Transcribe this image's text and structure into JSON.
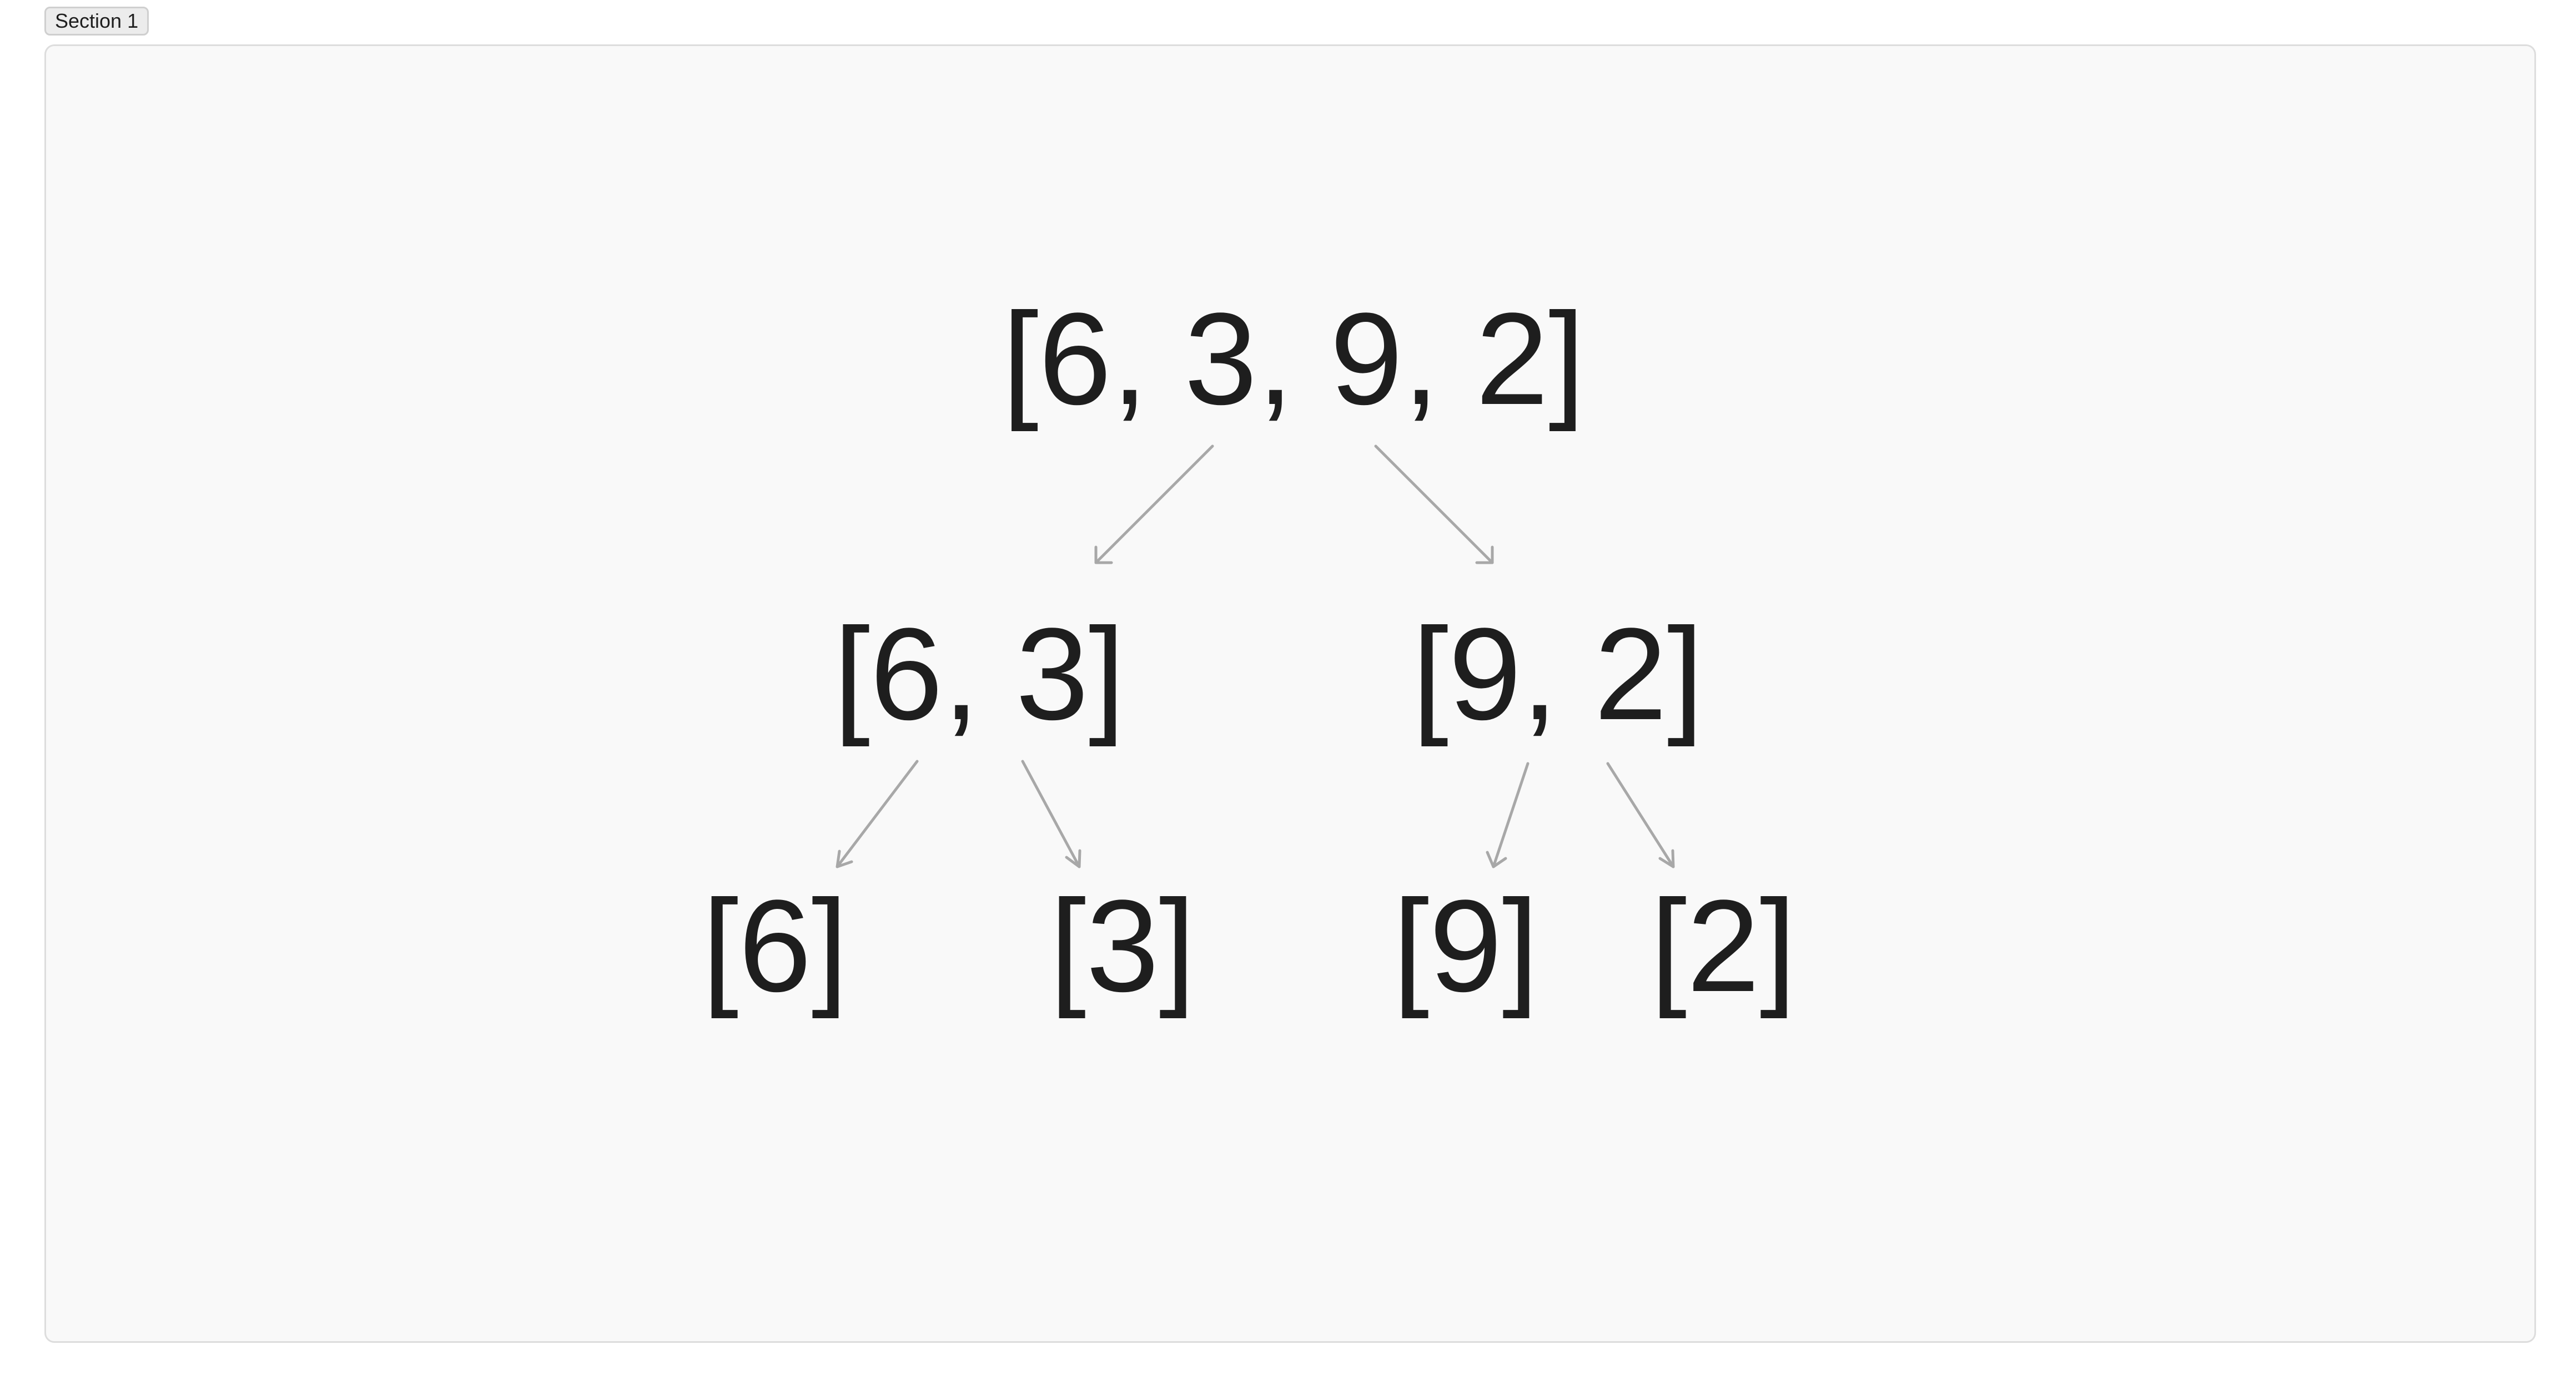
{
  "section": {
    "label": "Section 1"
  },
  "tree": {
    "root": {
      "label": "[6, 3, 9, 2]"
    },
    "left": {
      "label": "[6, 3]"
    },
    "right": {
      "label": "[9, 2]"
    },
    "left_left": {
      "label": "[6]"
    },
    "left_right": {
      "label": "[3]"
    },
    "right_left": {
      "label": "[9]"
    },
    "right_right": {
      "label": "[2]"
    }
  },
  "colors": {
    "text": "#1e1e1e",
    "arrow": "#a8a8a8",
    "frame_background": "#f9f9f9",
    "frame_border": "#dddddd"
  }
}
